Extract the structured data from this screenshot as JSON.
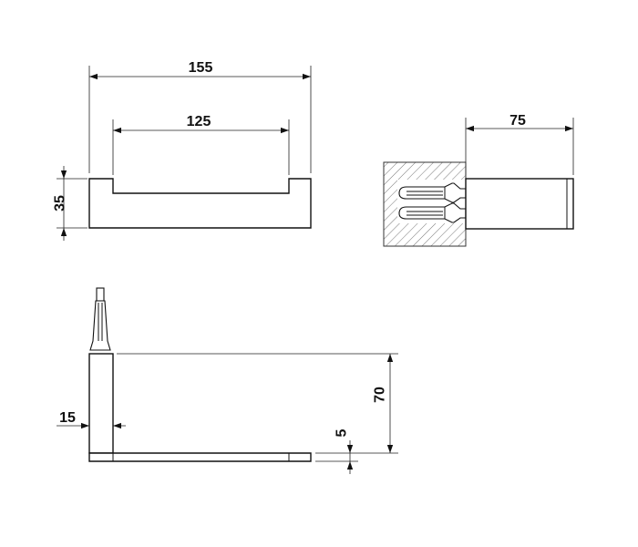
{
  "dimensions": {
    "overall_length": "155",
    "inner_length": "125",
    "height": "35",
    "depth": "75",
    "wall_thickness": "15",
    "projection": "70",
    "plate_thickness": "5"
  },
  "colors": {
    "line": "#111111",
    "hatch": "#777777",
    "background": "#ffffff"
  }
}
